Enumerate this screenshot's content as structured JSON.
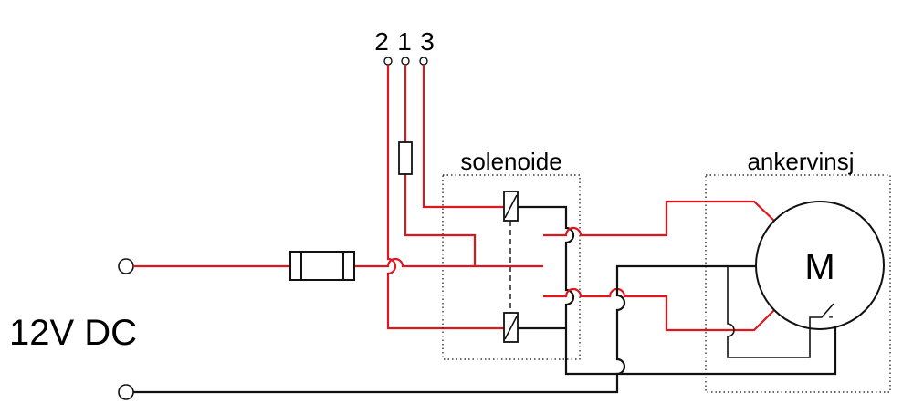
{
  "terminals": {
    "t2": "2",
    "t1": "1",
    "t3": "3"
  },
  "supply_label": "12V DC",
  "solenoid": {
    "label": "solenoide"
  },
  "winch": {
    "label": "ankervinsj",
    "motor_symbol": "M",
    "minus_mark": "-"
  },
  "colors": {
    "positive_wire": "#e0161f",
    "negative_wire": "#111111"
  }
}
